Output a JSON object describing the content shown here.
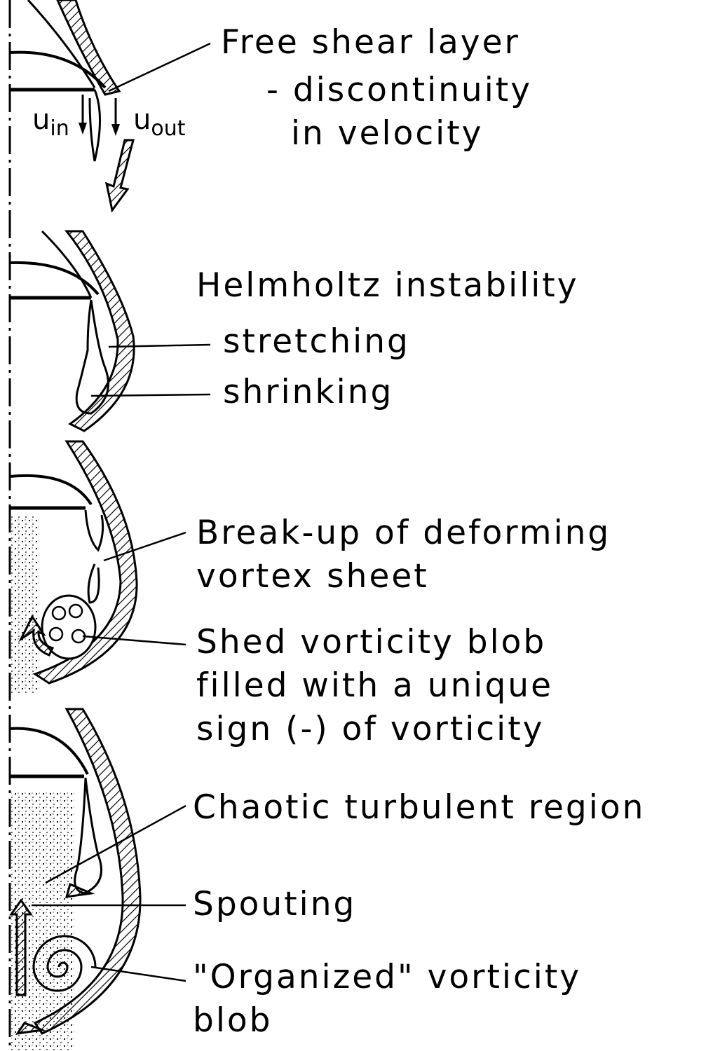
{
  "panels": [
    {
      "id": "shear-layer",
      "lines": [
        "Free shear layer",
        "- discontinuity",
        "in velocity"
      ],
      "symbols": {
        "u_in_base": "u",
        "u_in_sub": "in",
        "u_out_base": "u",
        "u_out_sub": "out"
      }
    },
    {
      "id": "helmholtz",
      "lines": [
        "Helmholtz instability",
        "stretching",
        "shrinking"
      ]
    },
    {
      "id": "break-up",
      "lines": [
        "Break-up of deforming",
        "vortex sheet",
        "Shed vorticity blob",
        "filled with a unique",
        "sign (-) of vorticity"
      ]
    },
    {
      "id": "chaotic",
      "lines": [
        "Chaotic turbulent region",
        "Spouting",
        "\"Organized\" vorticity",
        "blob"
      ]
    }
  ],
  "colors": {
    "ink": "#000000",
    "paper": "#ffffff"
  }
}
